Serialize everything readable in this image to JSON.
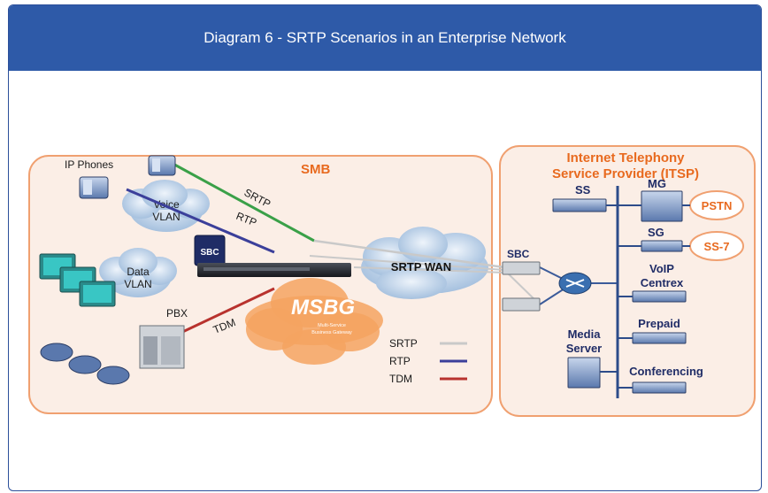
{
  "header": {
    "title": "Diagram 6 - SRTP Scenarios in an Enterprise Network"
  },
  "diagram": {
    "smb_label": "SMB",
    "itsp_label_line1": "Internet Telephony",
    "itsp_label_line2": "Service Provider (ITSP)",
    "ip_phones": "IP Phones",
    "voice_vlan_1": "Voice",
    "voice_vlan_2": "VLAN",
    "data_vlan_1": "Data",
    "data_vlan_2": "VLAN",
    "sbc_logo": "SBC",
    "pbx": "PBX",
    "msbg": "MSBG",
    "msbg_sub_1": "Multi-Service",
    "msbg_sub_2": "Business Gateway",
    "wan_label": "SRTP   WAN",
    "sbc_label": "SBC",
    "ss": "SS",
    "mg": "MG",
    "sg": "SG",
    "pstn": "PSTN",
    "ss7": "SS-7",
    "voip_centrex_1": "VoIP",
    "voip_centrex_2": "Centrex",
    "prepaid": "Prepaid",
    "media_server_1": "Media",
    "media_server_2": "Server",
    "conferencing": "Conferencing",
    "link_srtp": "SRTP",
    "link_rtp": "RTP",
    "link_tdm": "TDM",
    "legend": [
      {
        "label": "SRTP",
        "color": "#c9c9c9"
      },
      {
        "label": "RTP",
        "color": "#3b3f9a"
      },
      {
        "label": "TDM",
        "color": "#b8322e"
      }
    ],
    "colors": {
      "header": "#2e5aa8",
      "region_border": "#f0a070",
      "region_fill": "#fbeee6",
      "orange_text": "#e86a1f",
      "srtp_line": "#c9c9c9",
      "rtp_line": "#3b3f9a",
      "tdm_line": "#b8322e",
      "green_line": "#3aa048"
    }
  }
}
